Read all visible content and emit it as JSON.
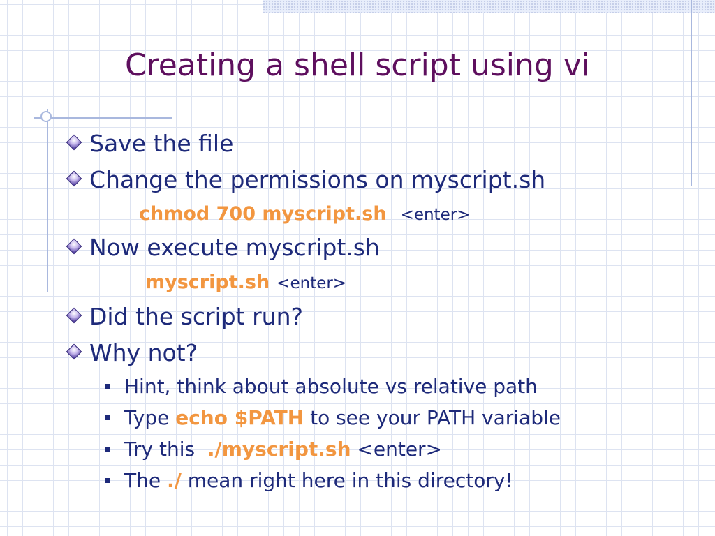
{
  "slide": {
    "title": "Creating a shell script using vi",
    "bullets": [
      {
        "text": "Save the file"
      },
      {
        "text": "Change the permissions on myscript.sh"
      },
      {
        "code": "chmod 700 myscript.sh",
        "suffix": "<enter>"
      },
      {
        "text": "Now execute myscript.sh"
      },
      {
        "code": "myscript.sh",
        "suffix": "<enter>"
      },
      {
        "text": "Did the script run?"
      },
      {
        "text": "Why not?"
      }
    ],
    "sub_bullets": [
      {
        "text": "Hint, think about absolute vs relative path"
      },
      {
        "pre": "Type ",
        "code": "echo $PATH",
        "post": " to see your PATH variable"
      },
      {
        "pre": "Try this  ",
        "code": "./myscript.sh",
        "post": " <enter>"
      },
      {
        "pre": "The ",
        "code": "./",
        "post": " mean right here in this directory!"
      }
    ]
  },
  "icons": {
    "level1_bullet": "diamond-icon",
    "level2_bullet": "square-icon"
  },
  "colors": {
    "title": "#5e0f5e",
    "body_text": "#1e2a7a",
    "code_highlight": "#f29640",
    "grid": "#dde3f1",
    "accent_lines": "#a9b8de"
  }
}
